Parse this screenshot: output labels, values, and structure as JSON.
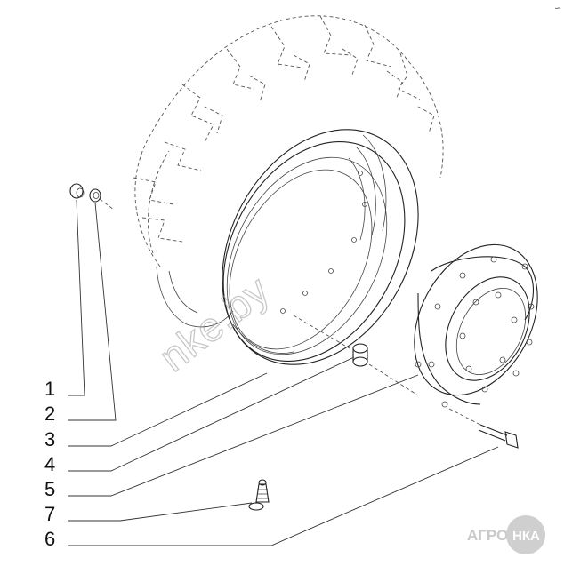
{
  "callouts": [
    {
      "num": "1"
    },
    {
      "num": "2"
    },
    {
      "num": "3"
    },
    {
      "num": "4"
    },
    {
      "num": "5"
    },
    {
      "num": "7"
    },
    {
      "num": "6"
    }
  ],
  "watermark": "nke.by",
  "logo": {
    "left": "АГРО",
    "right": "НКА"
  },
  "corner_mark": "∽",
  "colors": {
    "line": "#222222",
    "tire": "#555555",
    "logo": "#c9c9c9",
    "watermark": "#9a9a9a"
  }
}
